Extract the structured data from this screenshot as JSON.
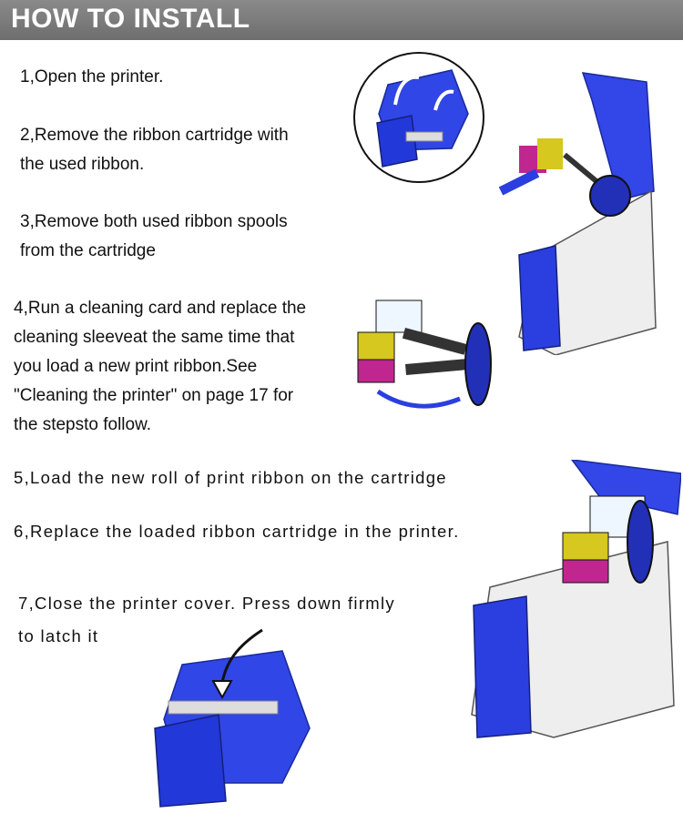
{
  "header": {
    "title": "HOW TO INSTALL"
  },
  "steps": [
    {
      "text": "1,Open the printer."
    },
    {
      "text": "2,Remove the ribbon cartridge with\nthe used ribbon."
    },
    {
      "text": "3,Remove both used ribbon spools\nfrom the cartridge"
    },
    {
      "text": "4,Run a cleaning card and replace the\ncleaning sleeveat the same time that\nyou load a new print ribbon.See\n\"Cleaning the printer\" on page 17 for\nthe stepsto follow."
    },
    {
      "text": "5,Load the new roll of print ribbon on the cartridge"
    },
    {
      "text": "6,Replace the loaded ribbon cartridge in the printer."
    },
    {
      "text": "7,Close the printer cover. Press down firmly\nto latch it"
    }
  ],
  "colors": {
    "header_bg": "#777777",
    "printer_blue": "#2b3fe0",
    "ribbon_yellow": "#d6c81e",
    "ribbon_magenta": "#c0268f",
    "ribbon_cyan": "#3ab0e0"
  }
}
